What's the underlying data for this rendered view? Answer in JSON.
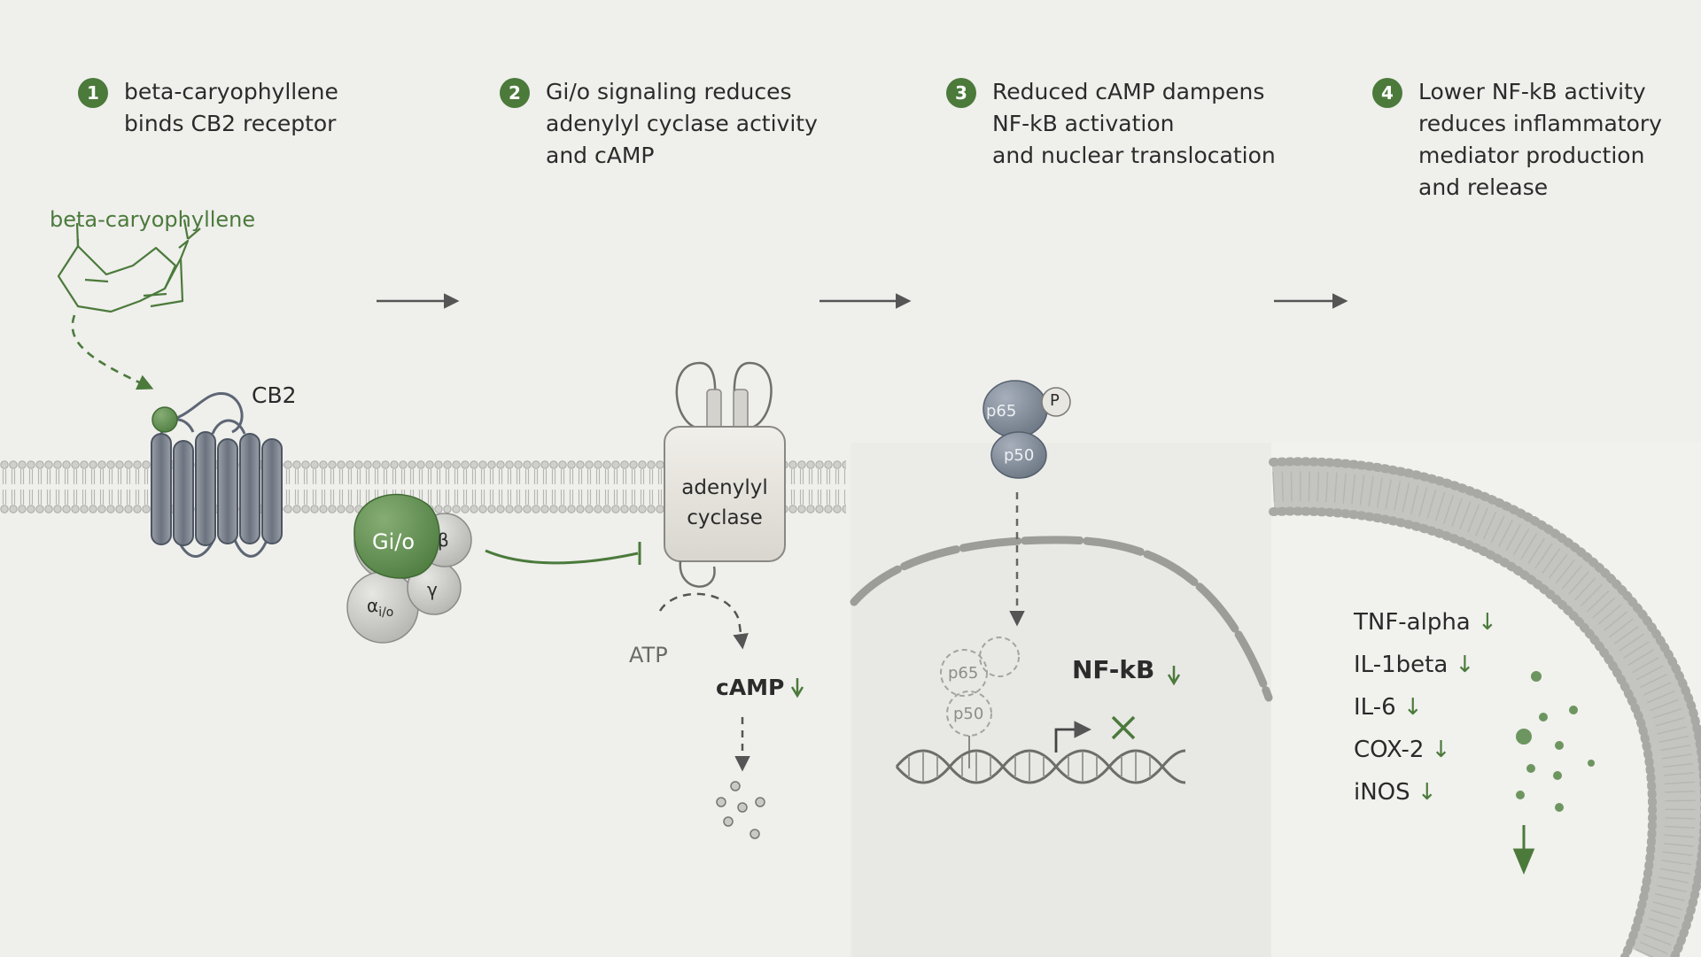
{
  "steps": [
    {
      "number": "1",
      "lines": [
        "beta-caryophyllene",
        "binds CB2 receptor"
      ]
    },
    {
      "number": "2",
      "lines": [
        "Gi/o signaling reduces",
        "adenylyl cyclase activity",
        "and cAMP"
      ]
    },
    {
      "number": "3",
      "lines": [
        "Reduced cAMP dampens",
        "NF-kB activation",
        "and nuclear translocation"
      ]
    },
    {
      "number": "4",
      "lines": [
        "Lower NF-kB activity",
        "reduces inflammatory",
        "mediator production",
        "and release"
      ]
    }
  ],
  "panel1": {
    "ligand_label": "beta-caryophyllene",
    "receptor_label": "CB2"
  },
  "panel2": {
    "gprotein": {
      "main": "Gi/o",
      "beta": "β",
      "gamma": "γ",
      "alpha": "α",
      "alpha_sub": "i/o"
    },
    "enzyme_line1": "adenylyl",
    "enzyme_line2": "cyclase",
    "substrate": "ATP",
    "product": "cAMP"
  },
  "panel3": {
    "p65": "p65",
    "p50": "p50",
    "phospho": "P",
    "nfkb_label": "NF-kB"
  },
  "panel4": {
    "cytokines": [
      "TNF-alpha",
      "IL-1beta",
      "IL-6",
      "COX-2",
      "iNOS"
    ]
  },
  "colors": {
    "background": "#efefec",
    "accent_green": "#4b7a3b",
    "protein_gray": "#7d8896",
    "membrane_gray": "#c4c4c0",
    "text": "#2b2b2b"
  }
}
